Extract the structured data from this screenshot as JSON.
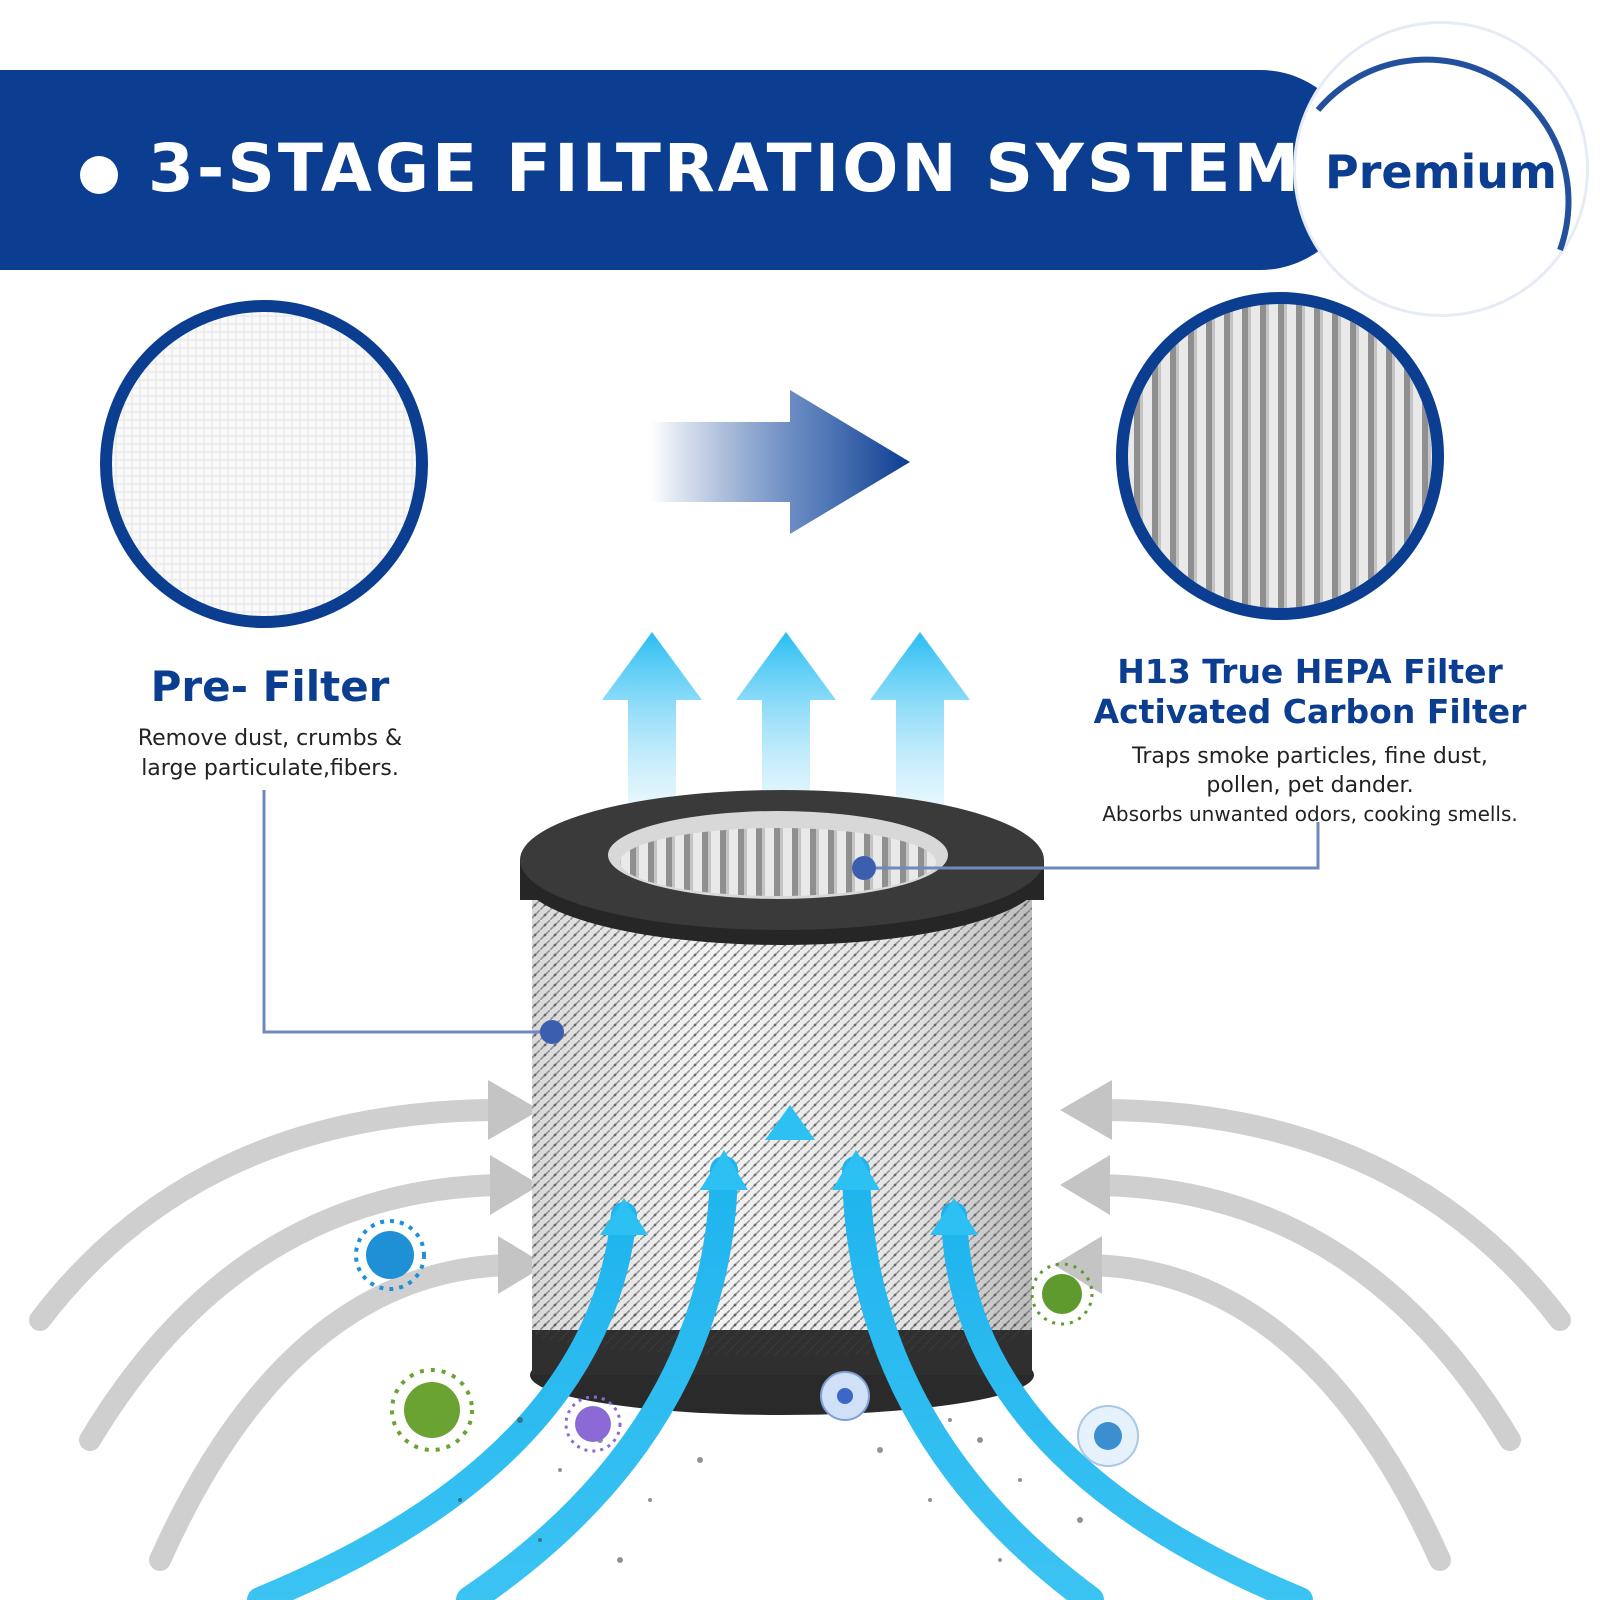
{
  "banner": {
    "title": "3-STAGE FILTRATION SYSTEM",
    "badge": "Premium",
    "color": "#0b3d91"
  },
  "pre_filter": {
    "title": "Pre- Filter",
    "desc_line1": "Remove dust, crumbs &",
    "desc_line2": "large particulate,fibers."
  },
  "hepa_filter": {
    "title_line1": "H13 True HEPA Filter",
    "title_line2": "Activated Carbon Filter",
    "desc_line1": "Traps smoke particles, fine dust,",
    "desc_line2": "pollen, pet dander.",
    "desc_line3": "Absorbs unwanted odors, cooking smells."
  },
  "colors": {
    "accent_blue": "#0b3d91",
    "airflow_cyan": "#3bc3f2",
    "intake_gray": "#c8c8c8"
  }
}
